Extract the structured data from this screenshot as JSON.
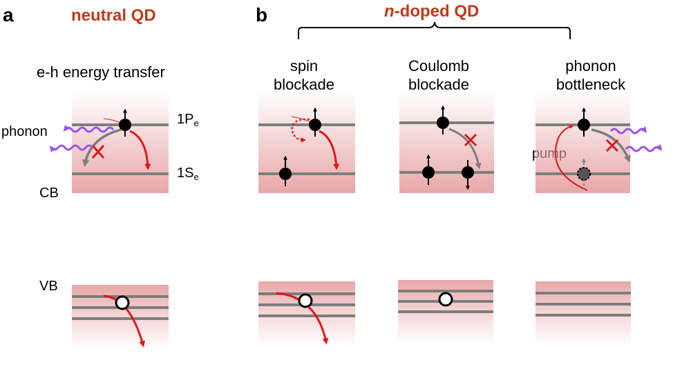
{
  "panel_a": {
    "letter": "a",
    "title": "neutral QD",
    "mechanism": "e-h energy transfer",
    "label_phonon": "phonon",
    "label_cb": "CB",
    "label_vb": "VB",
    "level_1p": "1P",
    "level_1p_sub": "e",
    "level_1s": "1S",
    "level_1s_sub": "e"
  },
  "panel_b": {
    "letter": "b",
    "title_italic": "n",
    "title_rest": "-doped QD",
    "mech_spin": [
      "spin",
      "blockade"
    ],
    "mech_coulomb": [
      "Coulomb",
      "blockade"
    ],
    "mech_phonon": [
      "phonon",
      "bottleneck"
    ],
    "label_pump": "pump"
  },
  "colors": {
    "title": "#c0391b",
    "band": "#e8a7a8",
    "level": "#7d7d7d",
    "relax_arrow": "#e0141b",
    "phonon_wave": "#9a55f0",
    "blocked": "#e0141b"
  }
}
